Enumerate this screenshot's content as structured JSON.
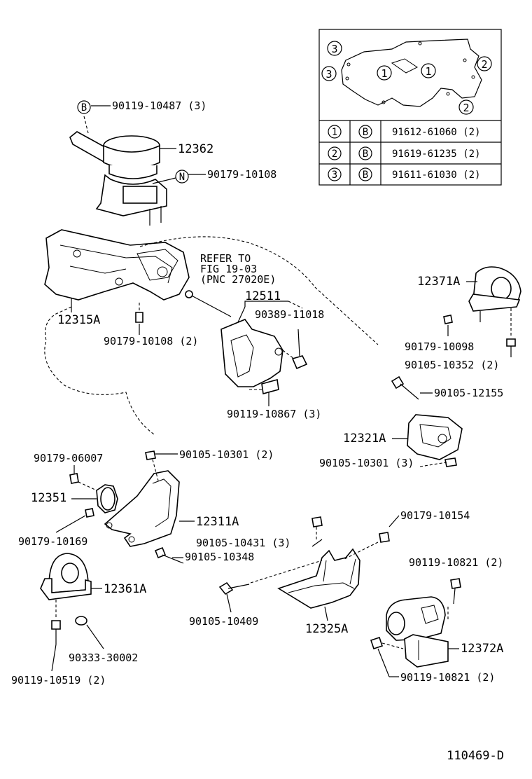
{
  "labels": {
    "p_90119_10487": "90119-10487 (3)",
    "p_12362": "12362",
    "p_90179_10108": "90179-10108",
    "p_12315A": "12315A",
    "p_90179_10108_2": "90179-10108 (2)",
    "refer_1": "REFER TO",
    "refer_2": "FIG 19-03",
    "refer_3": "(PNC 27020E)",
    "p_12511": "12511",
    "p_90389_11018": "90389-11018",
    "p_90119_10867": "90119-10867 (3)",
    "p_12371A": "12371A",
    "p_90179_10098": "90179-10098",
    "p_90105_10352": "90105-10352 (2)",
    "p_90105_12155": "90105-12155",
    "p_12321A": "12321A",
    "p_90105_10301_3": "90105-10301 (3)",
    "p_90179_06007": "90179-06007",
    "p_90105_10301_2": "90105-10301 (2)",
    "p_12351": "12351",
    "p_12311A": "12311A",
    "p_90179_10169": "90179-10169",
    "p_90105_10431": "90105-10431 (3)",
    "p_90105_10348": "90105-10348",
    "p_90179_10154": "90179-10154",
    "p_12361A": "12361A",
    "p_90119_10821_top": "90119-10821 (2)",
    "p_90105_10409": "90105-10409",
    "p_12325A": "12325A",
    "p_12372A": "12372A",
    "p_90333_30002": "90333-30002",
    "p_90119_10519": "90119-10519 (2)",
    "p_90119_10821_bot": "90119-10821 (2)",
    "drawing_no": "110469-D"
  },
  "markers": {
    "B": "B",
    "N": "N",
    "one": "1",
    "two": "2",
    "three": "3"
  },
  "legend_table": [
    {
      "num": "1",
      "mark": "B",
      "part": "91612-61060 (2)"
    },
    {
      "num": "2",
      "mark": "B",
      "part": "91619-61235 (2)"
    },
    {
      "num": "3",
      "mark": "B",
      "part": "91611-61030 (2)"
    }
  ]
}
